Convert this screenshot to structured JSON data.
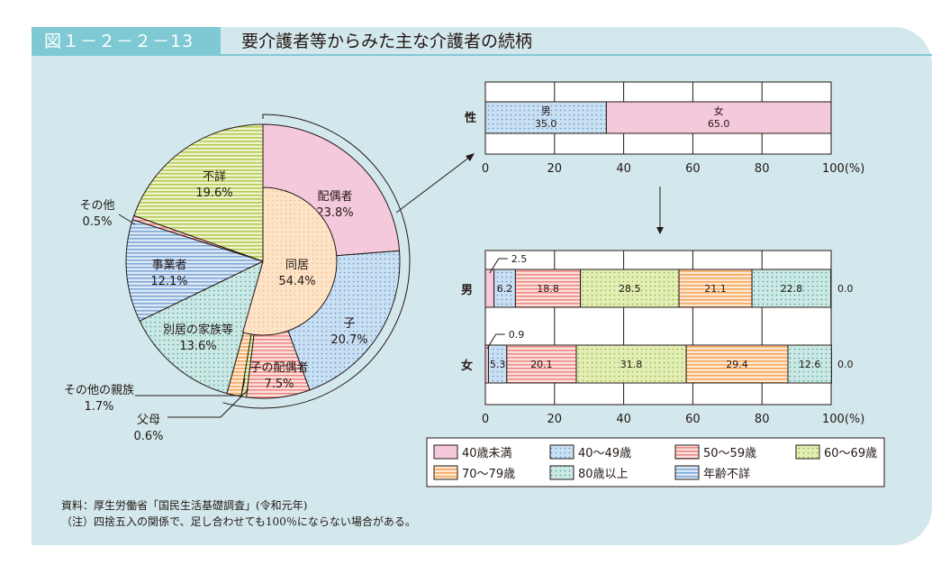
{
  "figure": {
    "number": "図１－２－２－13",
    "title": "要介護者等からみた主な介護者の続柄"
  },
  "colors": {
    "panel_bg": "#d3e8ec",
    "title_bg": "#7fc9d4",
    "pink": "#f2c4d8",
    "blue_dots": "#c9dff2",
    "salmon_stripes": "#f2a3a3",
    "green_dots": "#e2eeb4",
    "orange_stripes": "#fac79c",
    "teal_dots": "#cbe8e4",
    "blue_stripes": "#a8c8ec",
    "green_stripes": "#e0ea9c",
    "cream": "#fde4c7"
  },
  "footnotes": {
    "source": "資料：厚生労働省「国民生活基礎調査」(令和元年)",
    "note": "（注）四捨五入の関係で、足し合わせても100％にならない場合がある。"
  },
  "chart_data": [
    {
      "type": "pie",
      "inner": {
        "label": "同居",
        "value": 54.4
      },
      "slices": [
        {
          "label": "配偶者",
          "value": 23.8,
          "pattern": "pink"
        },
        {
          "label": "子",
          "value": 20.7,
          "pattern": "blue_dots"
        },
        {
          "label": "子の配偶者",
          "value": 7.5,
          "pattern": "salmon_stripes"
        },
        {
          "label": "父母",
          "value": 0.6,
          "pattern": "green_stripes"
        },
        {
          "label": "その他の親族",
          "value": 1.7,
          "pattern": "orange_stripes"
        },
        {
          "label": "別居の家族等",
          "value": 13.6,
          "pattern": "teal_dots"
        },
        {
          "label": "事業者",
          "value": 12.1,
          "pattern": "blue_stripes"
        },
        {
          "label": "その他",
          "value": 0.5,
          "pattern": "salmon_stripes"
        },
        {
          "label": "不詳",
          "value": 19.6,
          "pattern": "green_stripes"
        }
      ]
    },
    {
      "type": "bar",
      "orientation": "horizontal-stacked",
      "ylabel": "性",
      "categories": [
        "性"
      ],
      "segments": [
        {
          "label": "男",
          "value": 35.0,
          "pattern": "blue_dots"
        },
        {
          "label": "女",
          "value": 65.0,
          "pattern": "pink"
        }
      ],
      "xticks": [
        "0",
        "20",
        "40",
        "60",
        "80",
        "100(%)"
      ],
      "xlim": [
        0,
        100
      ]
    },
    {
      "type": "bar",
      "orientation": "horizontal-stacked",
      "categories": [
        "男",
        "女"
      ],
      "series": [
        {
          "name": "40歳未満",
          "pattern": "pink",
          "values": [
            2.5,
            0.9
          ]
        },
        {
          "name": "40～49歳",
          "pattern": "blue_dots",
          "values": [
            6.2,
            5.3
          ]
        },
        {
          "name": "50～59歳",
          "pattern": "salmon_stripes",
          "values": [
            18.8,
            20.1
          ]
        },
        {
          "name": "60～69歳",
          "pattern": "green_dots",
          "values": [
            28.5,
            31.8
          ]
        },
        {
          "name": "70～79歳",
          "pattern": "orange_stripes",
          "values": [
            21.1,
            29.4
          ]
        },
        {
          "name": "80歳以上",
          "pattern": "teal_dots",
          "values": [
            22.8,
            12.6
          ]
        },
        {
          "name": "年齢不詳",
          "pattern": "blue_stripes",
          "values": [
            0.0,
            0.0
          ]
        }
      ],
      "xticks": [
        "0",
        "20",
        "40",
        "60",
        "80",
        "100(%)"
      ],
      "xlim": [
        0,
        100
      ],
      "legend": "bottom"
    }
  ]
}
